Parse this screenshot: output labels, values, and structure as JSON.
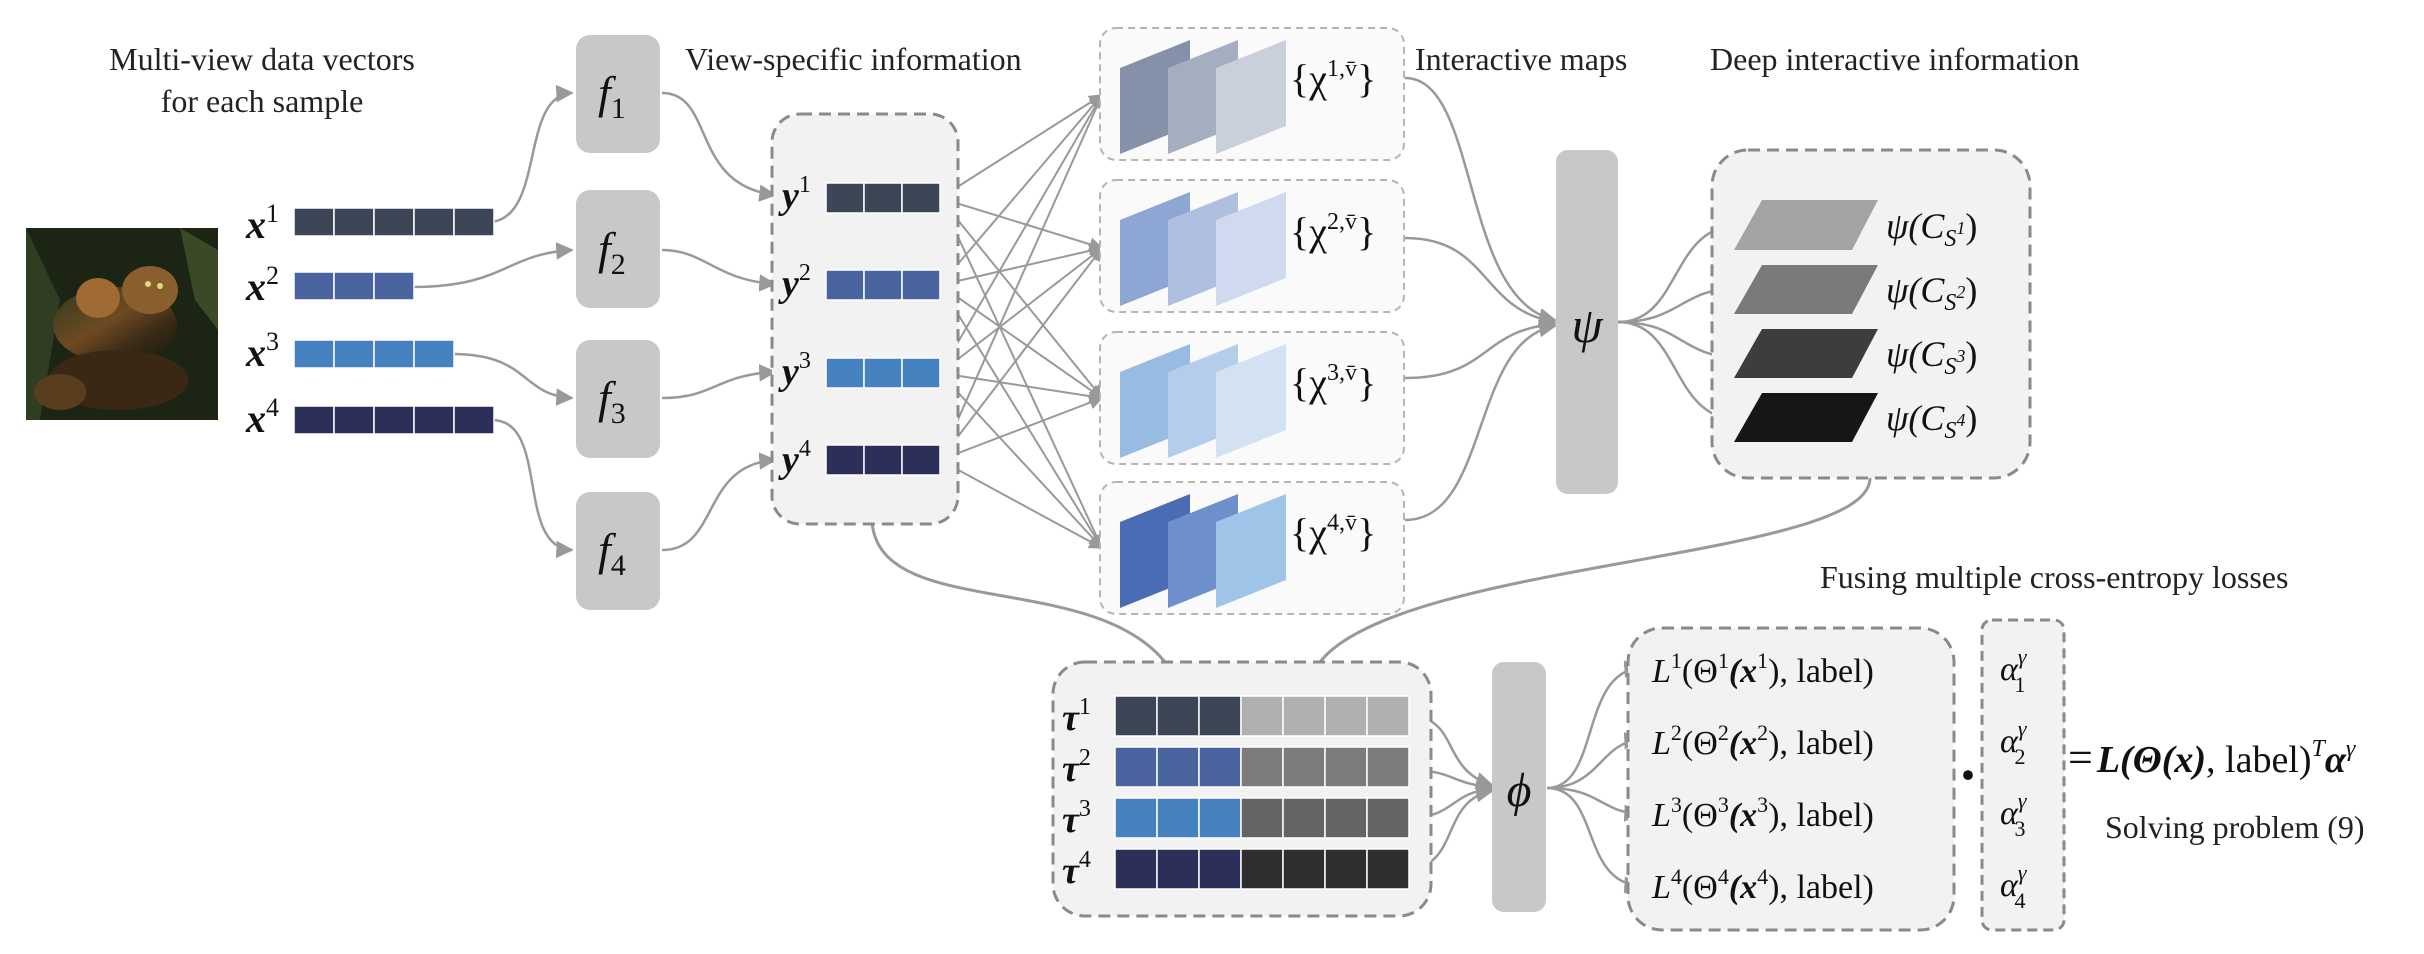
{
  "captions": {
    "input_line1": "Multi-view data vectors",
    "input_line2": "for each sample",
    "view_specific": "View-specific information",
    "interactive_maps": "Interactive maps",
    "deep_interactive": "Deep interactive information",
    "fusing": "Fusing multiple cross-entropy losses",
    "solving": "Solving problem (9)"
  },
  "colors": {
    "view1": "#3d4657",
    "view2": "#4a64a0",
    "view3": "#4682c0",
    "view4": "#2b2f5a",
    "module_gray": "#c8c8c8",
    "connector": "#999999"
  },
  "inputs": [
    {
      "label": "x",
      "sup": "1",
      "cells": 5
    },
    {
      "label": "x",
      "sup": "2",
      "cells": 3
    },
    {
      "label": "x",
      "sup": "3",
      "cells": 4
    },
    {
      "label": "x",
      "sup": "4",
      "cells": 5
    }
  ],
  "encoders": [
    {
      "label": "f",
      "sub": "1"
    },
    {
      "label": "f",
      "sub": "2"
    },
    {
      "label": "f",
      "sub": "3"
    },
    {
      "label": "f",
      "sub": "4"
    }
  ],
  "view_specific": [
    {
      "label": "y",
      "sup": "1"
    },
    {
      "label": "y",
      "sup": "2"
    },
    {
      "label": "y",
      "sup": "3"
    },
    {
      "label": "y",
      "sup": "4"
    }
  ],
  "interactive_maps": [
    {
      "text": "{χ",
      "sup": "1,v̄",
      "close": "}"
    },
    {
      "text": "{χ",
      "sup": "2,v̄",
      "close": "}"
    },
    {
      "text": "{χ",
      "sup": "3,v̄",
      "close": "}"
    },
    {
      "text": "{χ",
      "sup": "4,v̄",
      "close": "}"
    }
  ],
  "psi_label": "ψ",
  "deep_outputs": [
    {
      "text": "ψ(C",
      "sub": "S",
      "subsup": "1",
      "close": ")"
    },
    {
      "text": "ψ(C",
      "sub": "S",
      "subsup": "2",
      "close": ")"
    },
    {
      "text": "ψ(C",
      "sub": "S",
      "subsup": "3",
      "close": ")"
    },
    {
      "text": "ψ(C",
      "sub": "S",
      "subsup": "4",
      "close": ")"
    }
  ],
  "tau": [
    {
      "label": "τ",
      "sup": "1"
    },
    {
      "label": "τ",
      "sup": "2"
    },
    {
      "label": "τ",
      "sup": "3"
    },
    {
      "label": "τ",
      "sup": "4"
    }
  ],
  "phi_label": "ϕ",
  "losses": [
    {
      "pre": "L",
      "sup": "1",
      "mid": "(Θ",
      "msup": "1",
      "arg": "(x",
      "asup": "1",
      "post": "), label)"
    },
    {
      "pre": "L",
      "sup": "2",
      "mid": "(Θ",
      "msup": "2",
      "arg": "(x",
      "asup": "2",
      "post": "), label)"
    },
    {
      "pre": "L",
      "sup": "3",
      "mid": "(Θ",
      "msup": "3",
      "arg": "(x",
      "asup": "3",
      "post": "), label)"
    },
    {
      "pre": "L",
      "sup": "4",
      "mid": "(Θ",
      "msup": "4",
      "arg": "(x",
      "asup": "4",
      "post": "), label)"
    }
  ],
  "dot": "·",
  "alphas": [
    {
      "label": "α",
      "sup": "γ",
      "sub": "1"
    },
    {
      "label": "α",
      "sup": "γ",
      "sub": "2"
    },
    {
      "label": "α",
      "sup": "γ",
      "sub": "3"
    },
    {
      "label": "α",
      "sup": "γ",
      "sub": "4"
    }
  ],
  "equation": {
    "eq": "=",
    "bold_L": "L(Θ(x)",
    "rest": ", label)",
    "T": "T",
    "alpha": "α",
    "gamma": "γ"
  }
}
